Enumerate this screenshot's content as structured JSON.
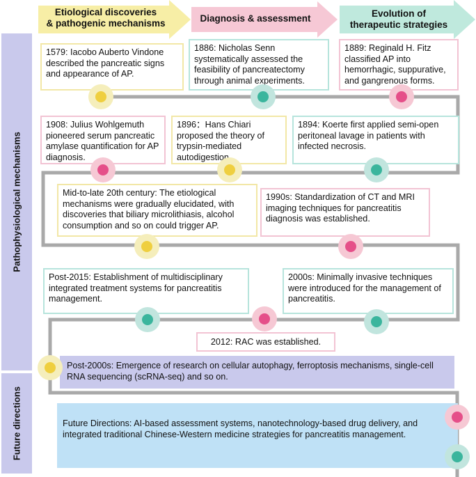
{
  "header": {
    "arrow1": "Etiological discoveries\n& pathogenic mechanisms",
    "arrow2": "Diagnosis & assessment",
    "arrow3": "Evolution of\ntherapeutic strategies"
  },
  "side": {
    "top": "Pathophysiological mechanisms",
    "bottom": "Future directions"
  },
  "events": {
    "e1579": "1579:  Iacobo Auberto Vindone described the pancreatic signs and appearance of AP.",
    "e1886": "1886: Nicholas Senn systematically assessed the feasibility of pancreatectomy through animal experiments.",
    "e1889": "1889: Reginald H. Fitz classified AP into hemorrhagic, suppurative, and gangrenous forms.",
    "e1908": "1908: Julius Wohlgemuth pioneered serum pancreatic amylase quantification for AP diagnosis.",
    "e1896": "1896：Hans Chiari proposed the theory of trypsin-mediated autodigestion.",
    "e1894": "1894: Koerte first applied semi-open peritoneal lavage in patients with infected necrosis.",
    "e20c": "Mid-to-late 20th century: The etiological mechanisms were gradually elucidated, with discoveries that biliary microlithiasis, alcohol consumption and so on could trigger AP.",
    "e1990": "1990s: Standardization of CT and MRI imaging techniques for pancreatitis diagnosis was established.",
    "e2015": "Post-2015: Establishment of multidisciplinary integrated treatment systems for pancreatitis management.",
    "e2000s": "2000s: Minimally invasive techniques were introduced for the management of pancreatitis.",
    "e2012": "2012: RAC was established.",
    "ePost2000": "Post-2000s: Emergence of research on cellular autophagy, ferroptosis mechanisms, single-cell RNA sequencing (scRNA-seq) and so on.",
    "eFuture": "Future Directions: AI-based assessment systems, nanotechnology-based drug delivery, and integrated traditional Chinese-Western medicine strategies for pancreatitis management."
  },
  "colors": {
    "etiology": "#f2e7a6",
    "diagnosis": "#f2c3d3",
    "therapy": "#b6e4dc",
    "path": "#a9a9a9",
    "mechanism_band": "#c9c9ec",
    "future_band": "#bfe1f6"
  }
}
